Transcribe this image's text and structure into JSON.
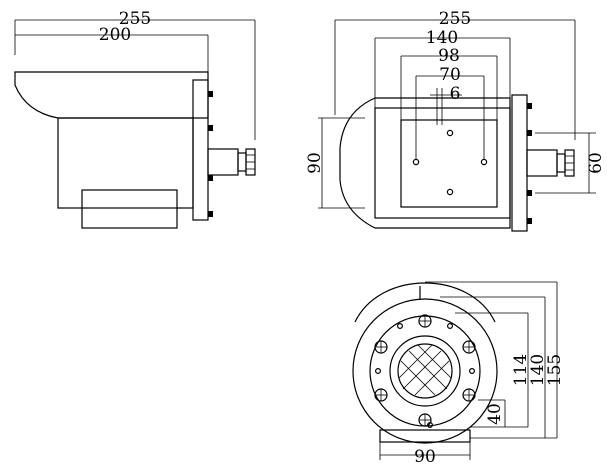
{
  "side_view": {
    "dim_overall_length": "255",
    "dim_hood_length": "200"
  },
  "top_view": {
    "dim_overall_length": "255",
    "dim_140": "140",
    "dim_98": "98",
    "dim_70": "70",
    "dim_6": "6",
    "dim_height_90": "90",
    "dim_height_60": "60"
  },
  "front_view": {
    "dim_114": "114",
    "dim_140": "140",
    "dim_155": "155",
    "dim_40": "40",
    "dim_base_90": "90"
  }
}
